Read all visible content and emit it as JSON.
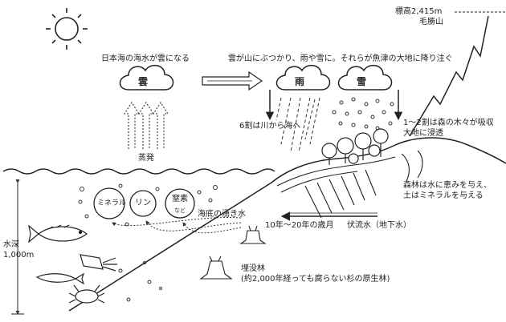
{
  "mountain": {
    "elevation": "標高2,415m",
    "name": "毛勝山"
  },
  "sea_to_cloud": {
    "prefix": "日本海の海水",
    "suffix": "が雲になる"
  },
  "rain_snow_caption": "雲が山にぶつかり、雨や雪に。それらが魚津の大地に降り注ぐ",
  "clouds": {
    "cloud_left": "雲",
    "rain": "雨",
    "snow": "雪"
  },
  "evaporation": "蒸発",
  "river_share": "6割は川から海へ",
  "forest_absorb": {
    "line1": "1〜2割は森の木々が吸収",
    "line2": "大地に浸透"
  },
  "forest_blessing": {
    "line1": "森林は水に恵みを与え、",
    "line2": "土はミネラルを与える"
  },
  "nutrients": {
    "mineral": "ミネラル",
    "phosphorus": "リン",
    "nitrogen": "窒素",
    "etc": "など"
  },
  "spring": "海底の湧き水",
  "years": "10年〜20年の歳月",
  "groundwater": {
    "main": "伏流水",
    "paren": "（地下水）"
  },
  "depth": {
    "label": "水深",
    "value": "1,000m"
  },
  "buried_forest": {
    "line1": "埋没林",
    "line2_a": "(約2,000年経っても腐らない",
    "line2_b": "杉",
    "line2_c": "の原生林)"
  },
  "colors": {
    "ink": "#222222",
    "accent": "#e07a2e",
    "paper": "#ffffff"
  }
}
